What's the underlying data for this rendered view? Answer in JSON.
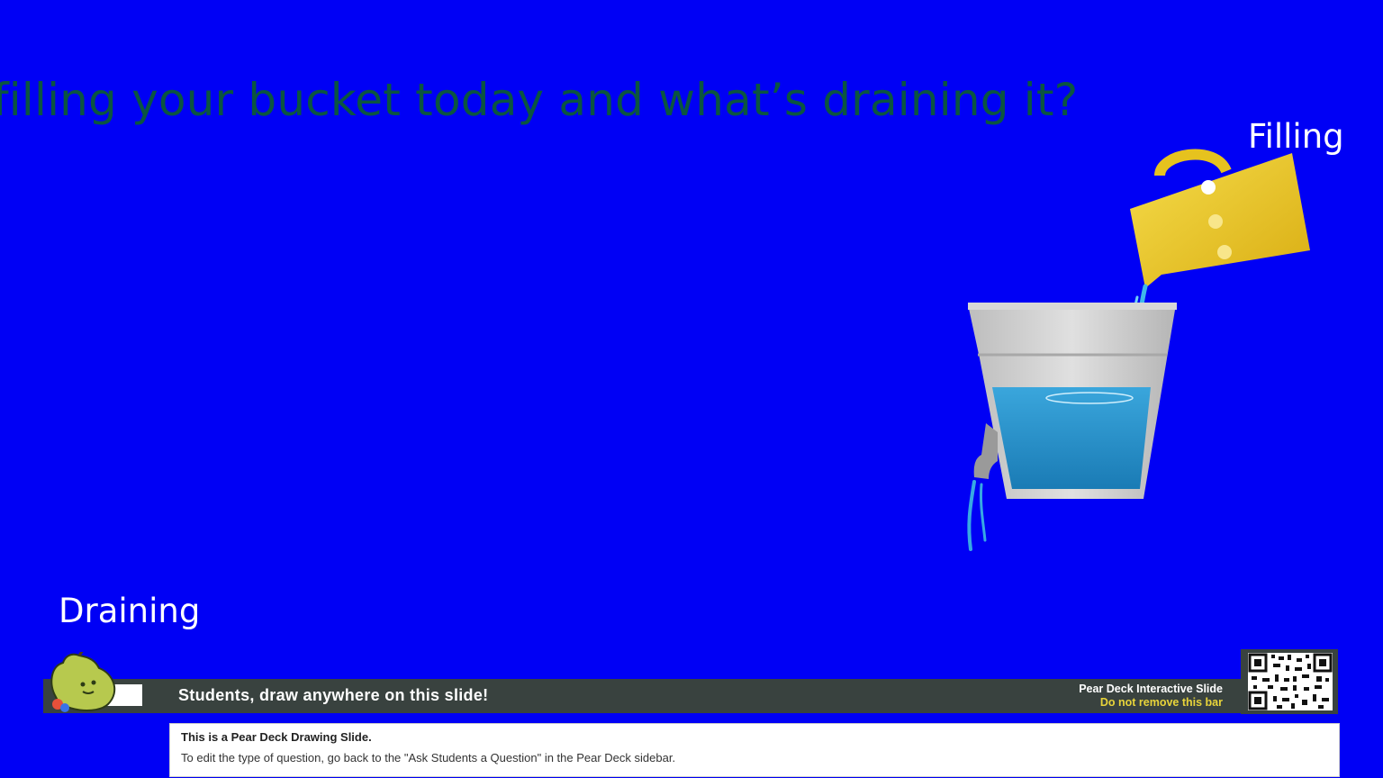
{
  "slide": {
    "title": "filling your bucket today and what’s draining it?",
    "label_filling": "Filling",
    "label_draining": "Draining"
  },
  "peardeck": {
    "bar_text": "Students, draw anywhere on this slide!",
    "interactive_label": "Pear Deck Interactive Slide",
    "warning": "Do not remove this bar",
    "info_title": "This is a Pear Deck Drawing Slide.",
    "info_desc": "To edit the type of question, go back to the \"Ask Students a Question\" in the Pear Deck sidebar."
  },
  "colors": {
    "background": "#0000f5",
    "title": "#0b5540",
    "bar": "#39423f",
    "warning": "#e8d43a"
  },
  "icons": [
    "pitcher-icon",
    "bucket-icon",
    "pear-mascot-icon",
    "qr-code-icon"
  ]
}
